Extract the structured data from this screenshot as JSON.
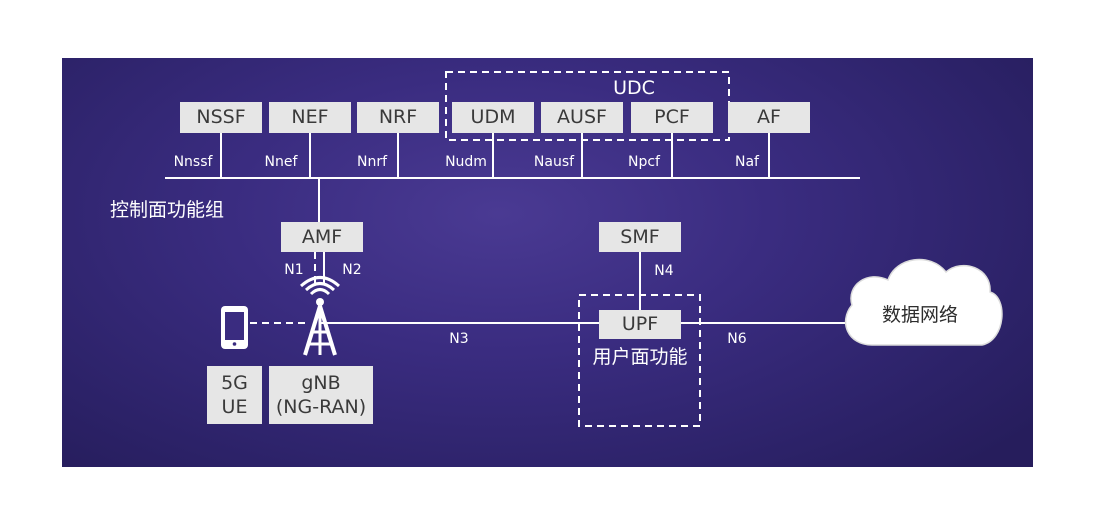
{
  "service_nfs": [
    {
      "name": "NSSF",
      "interface": "Nnssf"
    },
    {
      "name": "NEF",
      "interface": "Nnef"
    },
    {
      "name": "NRF",
      "interface": "Nnrf"
    },
    {
      "name": "UDM",
      "interface": "Nudm"
    },
    {
      "name": "AUSF",
      "interface": "Nausf"
    },
    {
      "name": "PCF",
      "interface": "Npcf"
    },
    {
      "name": "AF",
      "interface": "Naf"
    }
  ],
  "udc_label": "UDC",
  "control_plane_label": "控制面功能组",
  "amf": {
    "name": "AMF",
    "n1": "N1",
    "n2": "N2"
  },
  "smf": {
    "name": "SMF",
    "n4": "N4"
  },
  "upf": {
    "name": "UPF",
    "group_label": "用户面功能"
  },
  "n3_label": "N3",
  "n6_label": "N6",
  "ue": {
    "line1": "5G",
    "line2": "UE"
  },
  "gnb": {
    "line1": "gNB",
    "line2": "(NG-RAN)"
  },
  "data_network": "数据网络",
  "colors": {
    "background": "#3a2c80",
    "box": "#e6e6e6",
    "line": "#ffffff"
  }
}
